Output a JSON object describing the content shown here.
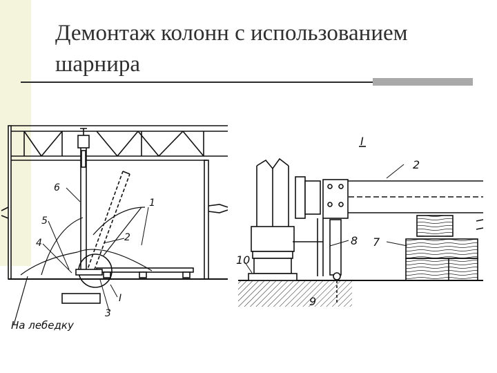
{
  "slide": {
    "title_line1": "Демонтаж колонн с использованием",
    "title_line2": "шарнира"
  },
  "drawing": {
    "left": {
      "callouts": {
        "c1": "1",
        "c2": "2",
        "c3": "3",
        "c4": "4",
        "c5": "5",
        "c6": "6",
        "detail_ref": "I"
      },
      "winch_label": "На лебедку"
    },
    "right": {
      "detail_title": "I",
      "callouts": {
        "c2": "2",
        "c7": "7",
        "c8": "8",
        "c9": "9",
        "c10": "10"
      }
    }
  }
}
